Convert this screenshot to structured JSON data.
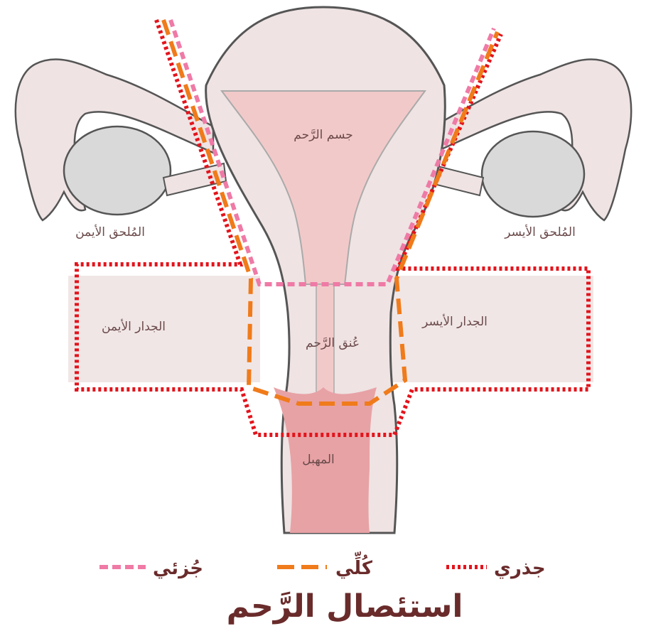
{
  "labels": {
    "uterus_body": "جسم الرَّحم",
    "right_adnexa": "المُلحق الأيمن",
    "left_adnexa": "المُلحق الأيسر",
    "right_wall": "الجدار الأيمن",
    "left_wall": "الجدار الأيسر",
    "cervix": "عُنق الرَّحم",
    "vagina": "المهبل"
  },
  "legend": {
    "partial": "جُزئي",
    "total": "كُلِّي",
    "radical": "جذري"
  },
  "title": "استئصال الرَّحم",
  "colors": {
    "partial": "#ef7aa6",
    "total": "#f07b1a",
    "radical": "#e3141c",
    "tissue": "#efe3e3",
    "cavity": "#f2c9c9",
    "vagina_canal": "#e7a2a5",
    "ovary": "#d9d9d9",
    "outline": "#555555",
    "text": "#6a2b2b"
  },
  "navigation": {
    "prev_icon": "chevron-left-icon",
    "next_icon": "chevron-right-icon"
  }
}
